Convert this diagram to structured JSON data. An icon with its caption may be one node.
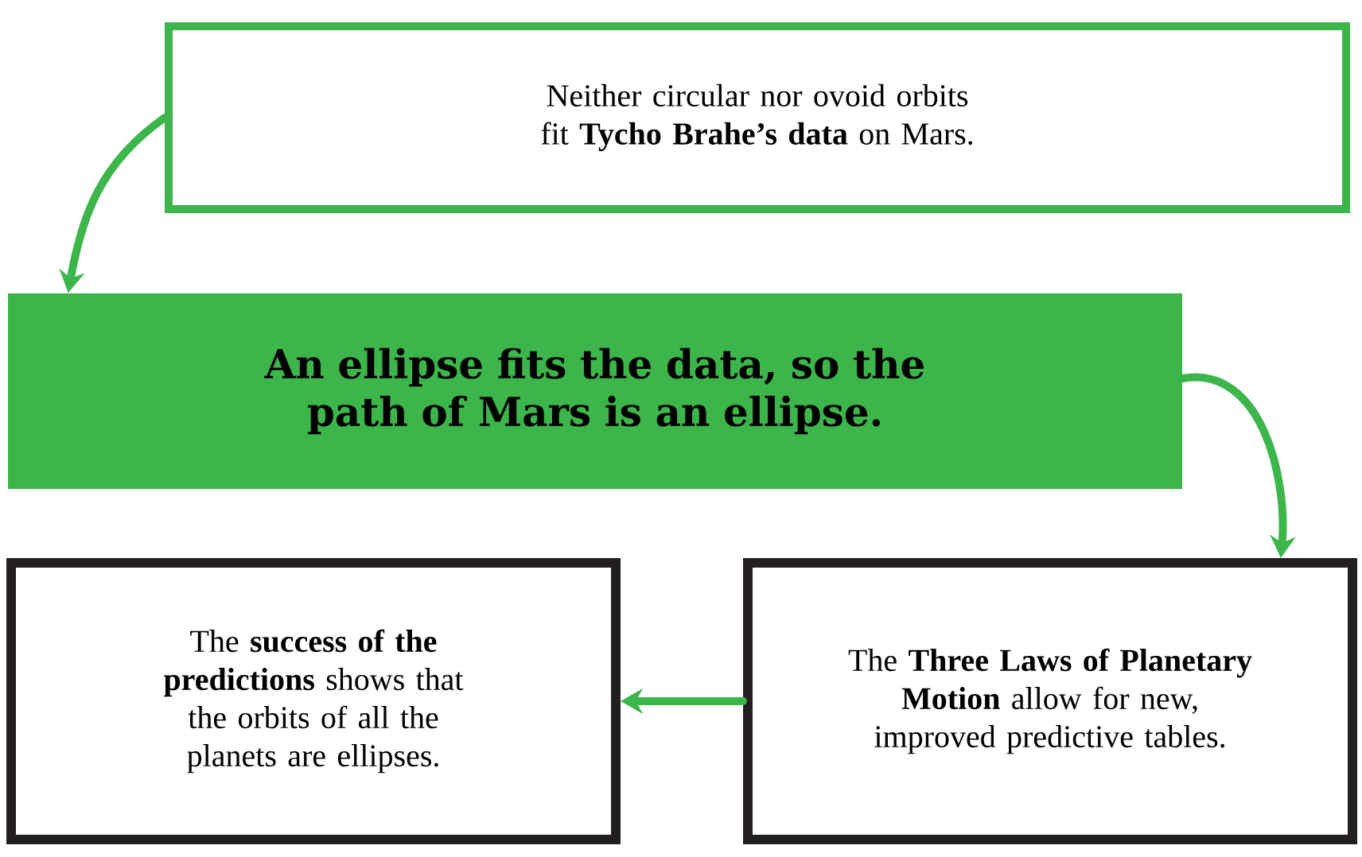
{
  "diagram": {
    "nodes": [
      {
        "text": [
          "Neither circular nor ovoid orbits fit **Tycho Brahe’s data** on Mars."
        ]
      },
      {
        "text": [
          "An ellipse fits the data, so the path of Mars is an ellipse."
        ]
      },
      {
        "text": [
          "The **Three Laws of Planetary Motion** allow for new, improved predictive tables."
        ]
      },
      {
        "text": [
          "The **success of the predictions** shows that the orbits of all the planets are ellipses."
        ]
      }
    ],
    "edges": [
      {
        "from": 0,
        "to": 1,
        "arrow": "to"
      },
      {
        "from": 1,
        "to": 2,
        "arrow": "to"
      },
      {
        "from": 2,
        "to": 3,
        "arrow": "to"
      }
    ]
  }
}
